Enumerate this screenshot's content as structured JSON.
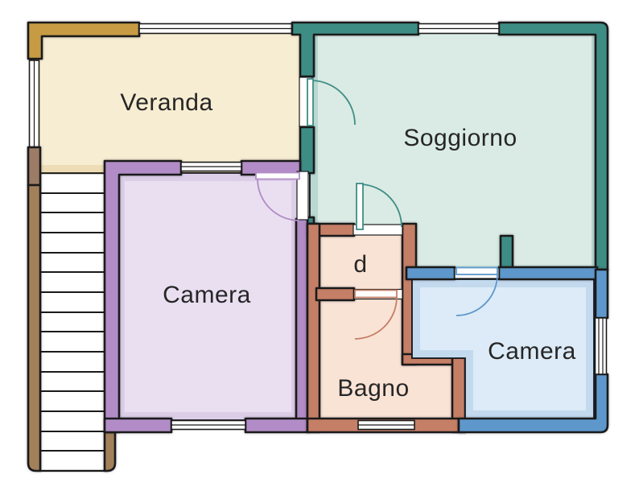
{
  "floorplan": {
    "background": "#ffffff",
    "outline": "#1a1a1a",
    "label_color": "#262626",
    "rooms": [
      {
        "id": "veranda",
        "label": "Veranda",
        "floor_color": "#f7edd2",
        "wall_color": "#c69b43"
      },
      {
        "id": "soggiorno",
        "label": "Soggiorno",
        "floor_color": "#d9ebe4",
        "wall_color": "#3e8d85"
      },
      {
        "id": "camera-left",
        "label": "Camera",
        "floor_color": "#e9dff1",
        "wall_color": "#b18cc6"
      },
      {
        "id": "disimpegno",
        "label": "d",
        "floor_color": "#f9e3d5",
        "wall_color": "#c57f66"
      },
      {
        "id": "bagno",
        "label": "Bagno",
        "floor_color": "#f9e3d5",
        "wall_color": "#c57f66"
      },
      {
        "id": "camera-right",
        "label": "Camera",
        "floor_color": "#dcebf7",
        "wall_color": "#5e97cb"
      }
    ],
    "stairs": {
      "wall_color": "#a2815a",
      "upper_wall_color": "#9c7c66",
      "step_count": 15
    }
  }
}
